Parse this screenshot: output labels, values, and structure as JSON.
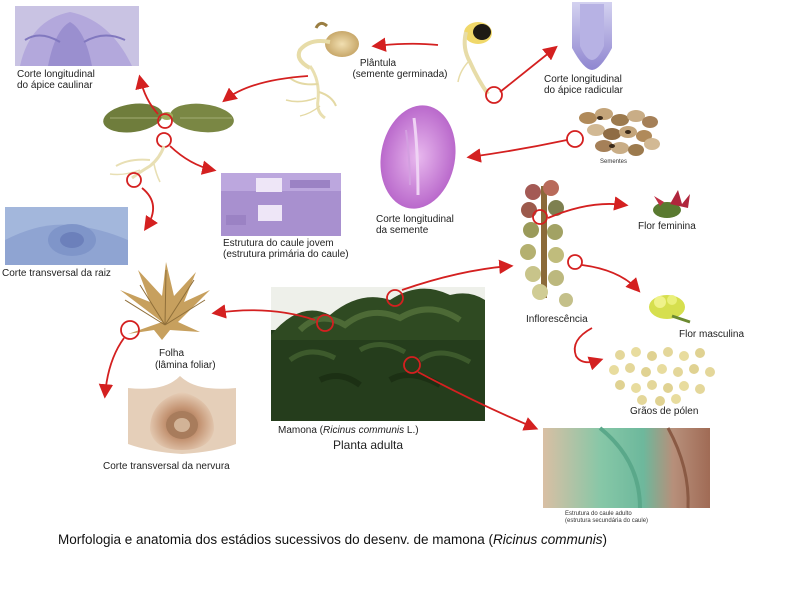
{
  "labels": {
    "apice_caulinar": [
      "Corte longitudinal",
      "do ápice caulinar"
    ],
    "plantula": [
      "Plântula",
      "(semente germinada)"
    ],
    "apice_radicular": [
      "Corte longitudinal",
      "do ápice radicular"
    ],
    "sementes": "Sementes",
    "semente_corte": [
      "Corte  longitudinal",
      "da semente"
    ],
    "caule_jovem": [
      "Estrutura do caule jovem",
      "(estrutura primária do caule)"
    ],
    "raiz": "Corte transversal da raiz",
    "flor_feminina": "Flor feminina",
    "inflorescencia": "Inflorescência",
    "flor_masculina": "Flor masculina",
    "folha": [
      "Folha",
      "(lâmina foliar)"
    ],
    "mamona": {
      "prefix": "Mamona (",
      "species": "Ricinus communis",
      "suffix": " L.)"
    },
    "planta_adulta": "Planta adulta",
    "polen": "Grãos de pólen",
    "nervura": "Corte transversal da nervura",
    "caule_adulto": [
      "Estrutura do caule adulto",
      "(estrutura secundária do caule)"
    ]
  },
  "caption": {
    "text": "Morfologia e anatomia dos estádios sucessivos do desenv. de mamona (",
    "species": "Ricinus communis",
    "close": ")"
  },
  "colors": {
    "arrow": "#d42020",
    "circle": "#d42020",
    "tissue_purple": "#a88fd0",
    "tissue_pink": "#c77fd6",
    "tissue_blue": "#a3b7dc",
    "leaf_green": "#6f7d3c",
    "foliage_dark": "#253d1c",
    "pollen": "#e4d79a",
    "stem_green": "#7bbf9a",
    "stem_brown": "#9d6a52"
  }
}
